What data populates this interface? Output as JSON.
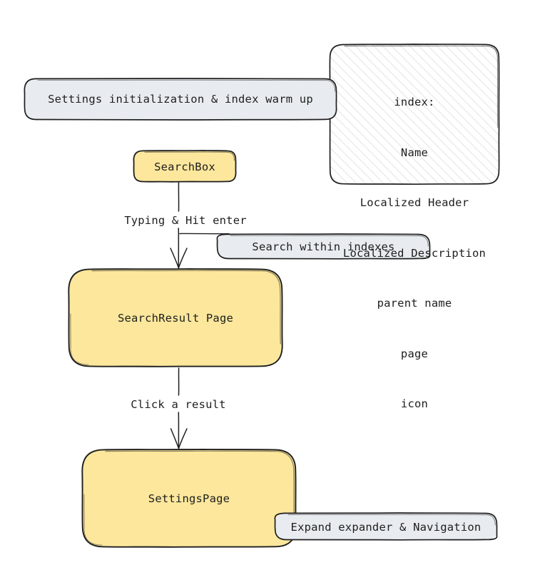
{
  "diagram": {
    "type": "flowchart",
    "style": "hand-drawn-sketch",
    "background": "#ffffff",
    "colors": {
      "node_fill": "#fce79c",
      "annotation_fill": "#e8ecf0",
      "hatch_fill": "#ffffff",
      "hatch_line": "#e9e9ec",
      "stroke": "#1e1e1e",
      "text": "#1e1e1e"
    }
  },
  "nodes": [
    {
      "id": "searchbox",
      "label": "SearchBox",
      "kind": "node"
    },
    {
      "id": "searchresult",
      "label": "SearchResult Page",
      "kind": "node"
    },
    {
      "id": "settingspage",
      "label": "SettingsPage",
      "kind": "node"
    }
  ],
  "annotations": [
    {
      "id": "warmup",
      "label": "Settings initialization & index warm up"
    },
    {
      "id": "within",
      "label": "Search within indexes"
    },
    {
      "id": "expander",
      "label": "Expand expander & Navigation"
    }
  ],
  "index_box": {
    "title": "index:",
    "fields": [
      "Name",
      "Localized Header",
      "Localized Description",
      "parent name",
      "page",
      "icon"
    ]
  },
  "edges": [
    {
      "id": "e1",
      "from": "searchbox",
      "to": "searchresult",
      "label": "Typing & Hit enter"
    },
    {
      "id": "e2",
      "from": "searchresult",
      "to": "settingspage",
      "label": "Click a result"
    }
  ]
}
